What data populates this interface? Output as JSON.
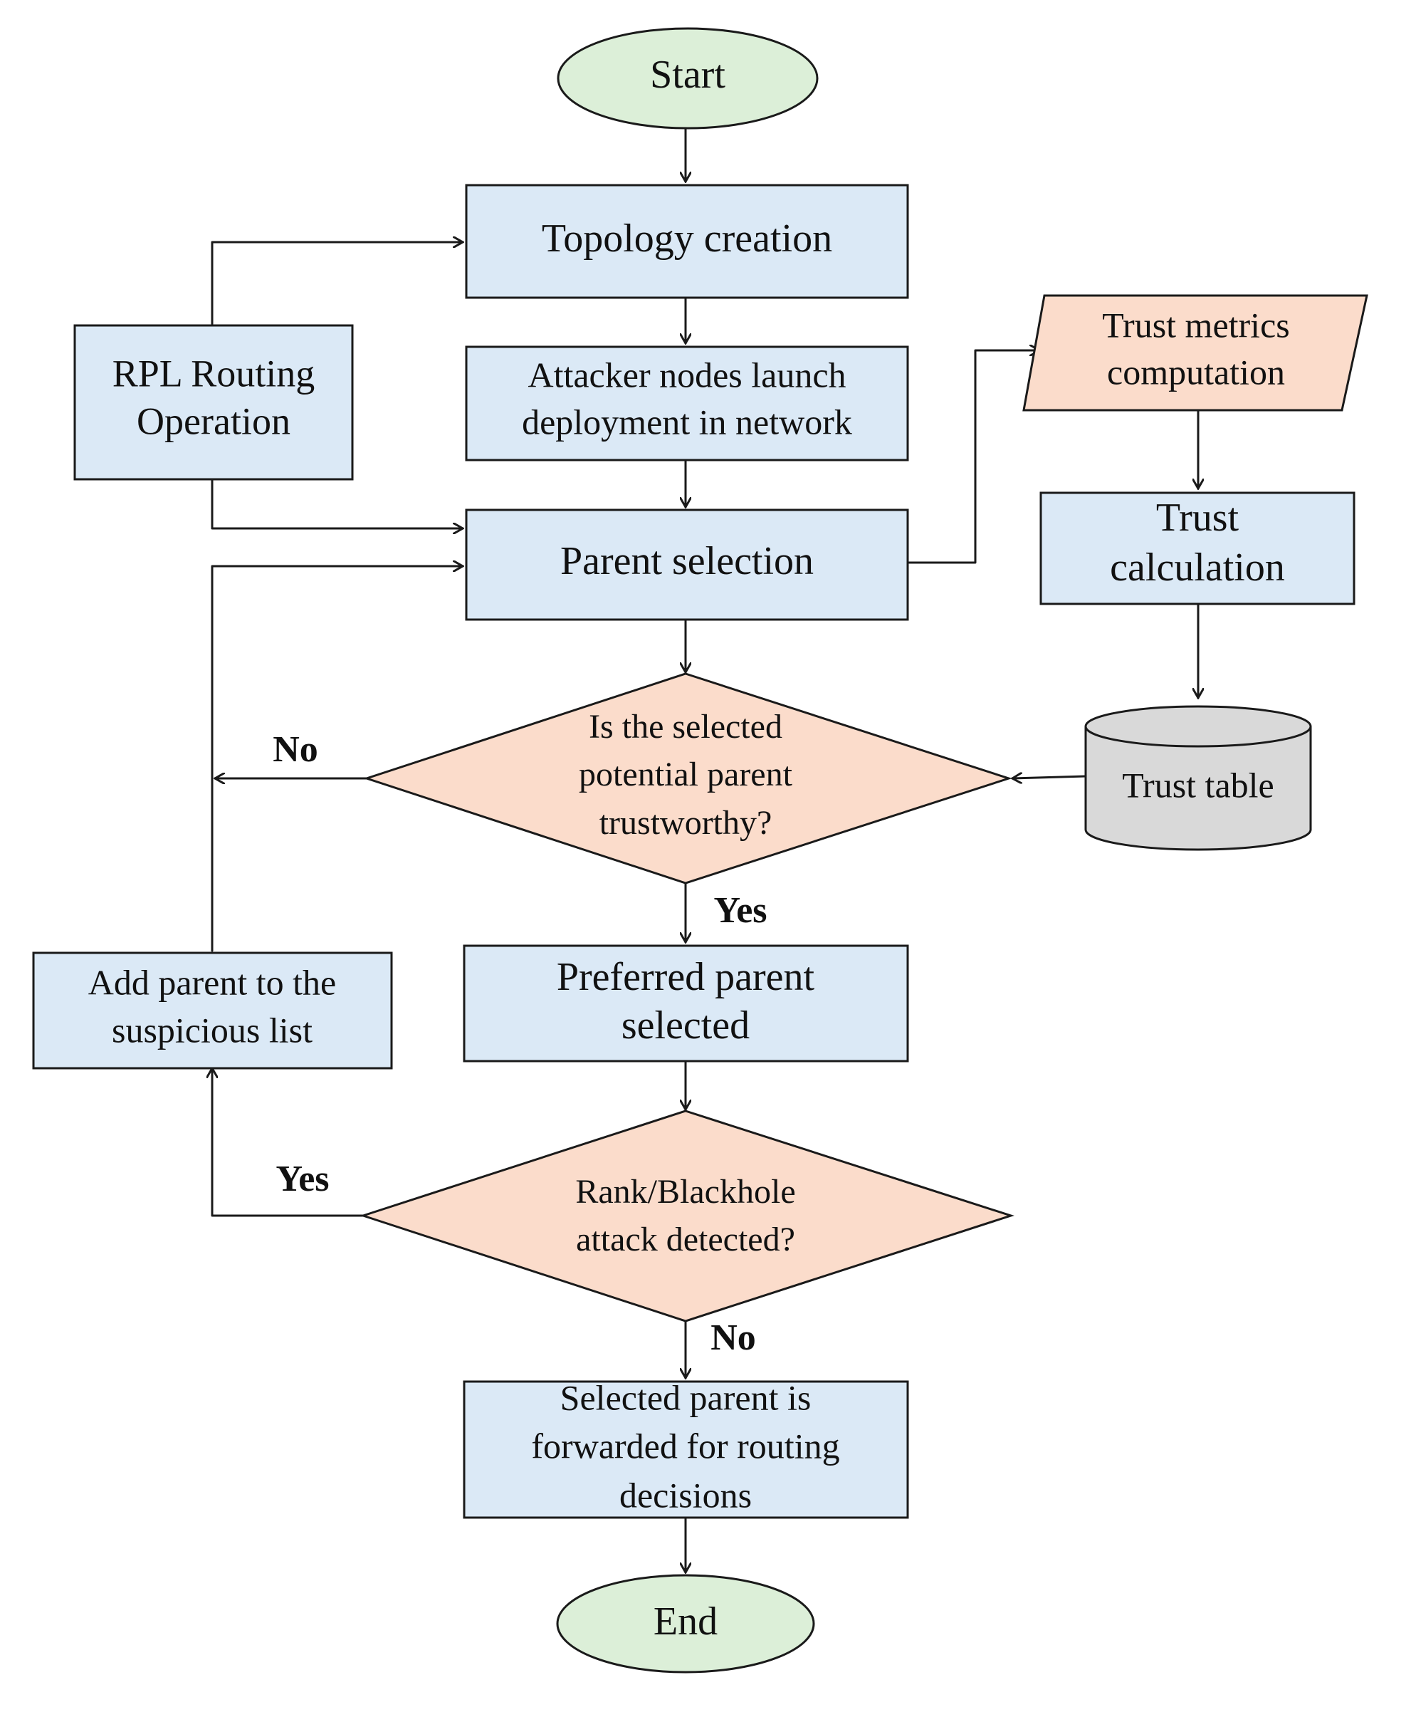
{
  "colors": {
    "process_fill": "#dbe9f6",
    "decision_fill": "#fbdccb",
    "terminal_fill": "#dcefd8",
    "database_fill": "#d9d9d9",
    "io_fill": "#fbdccb",
    "stroke": "#1a1a1a"
  },
  "nodes": {
    "start": [
      "Start"
    ],
    "topology": [
      "Topology creation"
    ],
    "rpl": [
      "RPL Routing",
      "Operation"
    ],
    "attacker": [
      "Attacker nodes launch",
      "deployment in network"
    ],
    "parent_selection": [
      "Parent selection"
    ],
    "trust_metrics": [
      "Trust metrics",
      "computation"
    ],
    "trust_calc": [
      "Trust",
      "calculation"
    ],
    "trust_table": [
      "Trust table"
    ],
    "decision_trust": [
      "Is the selected",
      "potential parent",
      "trustworthy?"
    ],
    "add_suspicious": [
      "Add parent to the",
      "suspicious list"
    ],
    "preferred": [
      "Preferred parent",
      "selected"
    ],
    "decision_attack": [
      "Rank/Blackhole",
      "attack detected?"
    ],
    "forwarded": [
      "Selected parent is",
      "forwarded for routing",
      "decisions"
    ],
    "end": [
      "End"
    ]
  },
  "edge_labels": {
    "no_trust": "No",
    "yes_trust": "Yes",
    "yes_attack": "Yes",
    "no_attack": "No"
  }
}
